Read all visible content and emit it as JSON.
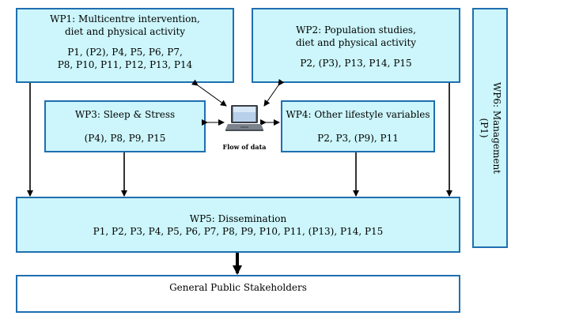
{
  "wp1": {
    "title_line1": "WP1: Multicentre intervention,",
    "title_line2": "diet and physical activity",
    "partners_line1": "P1, (P2), P4, P5, P6, P7,",
    "partners_line2": "P8, P10, P11, P12, P13, P14"
  },
  "wp2": {
    "title_line1": "WP2: Population studies,",
    "title_line2": "diet and physical activity",
    "partners": "P2, (P3), P13, P14, P15"
  },
  "wp3": {
    "title": "WP3: Sleep & Stress",
    "partners": "(P4), P8, P9, P15"
  },
  "wp4": {
    "title": "WP4: Other lifestyle variables",
    "partners": "P2, P3, (P9), P11"
  },
  "wp5": {
    "title": "WP5: Dissemination",
    "partners": "P1, P2, P3, P4, P5, P6, P7, P8, P9, P10, P11, (P13), P14, P15"
  },
  "wp6": {
    "title": "WP6: Management",
    "partners": "(P1)"
  },
  "output": {
    "line1": "General Public",
    "line2": "Stakeholders"
  },
  "hub": {
    "label": "Flow of data",
    "icon": "laptop-icon"
  },
  "colors": {
    "box_fill": "#ccf6fb",
    "box_border": "#1f6fb0",
    "arrow": "#000000"
  }
}
